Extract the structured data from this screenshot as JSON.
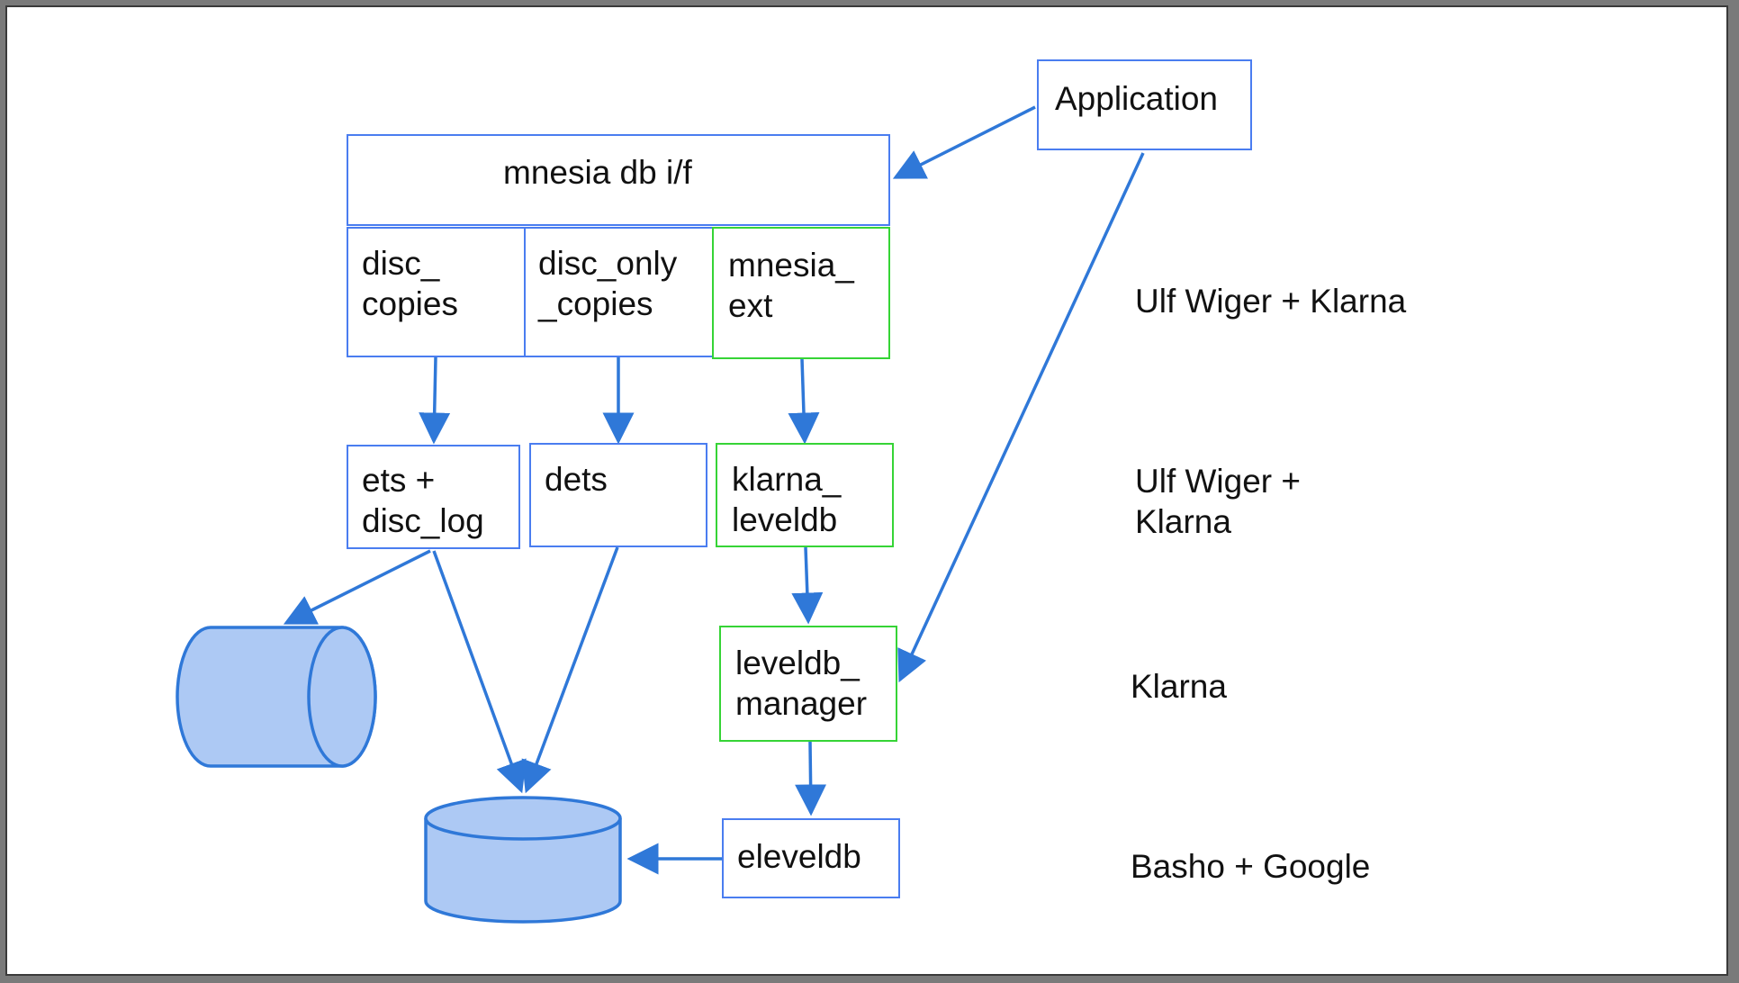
{
  "colors": {
    "blue_border": "#4a7df0",
    "green_border": "#36d436",
    "arrow": "#2f78d8",
    "db_fill": "#adc9f4",
    "db_stroke": "#2f78d8"
  },
  "nodes": {
    "application": {
      "lines": [
        "Application"
      ]
    },
    "mnesia_if": {
      "lines": [
        "mnesia db i/f"
      ]
    },
    "disc_copies": {
      "lines": [
        "disc_",
        "copies"
      ]
    },
    "disc_only_copies": {
      "lines": [
        "disc_only",
        "_copies"
      ]
    },
    "mnesia_ext": {
      "lines": [
        "mnesia_",
        "ext"
      ]
    },
    "ets_disc_log": {
      "lines": [
        "ets +",
        "disc_log"
      ]
    },
    "dets": {
      "lines": [
        "dets"
      ]
    },
    "klarna_leveldb": {
      "lines": [
        "klarna_",
        "leveldb"
      ]
    },
    "leveldb_manager": {
      "lines": [
        "leveldb_",
        "manager"
      ]
    },
    "eleveldb": {
      "lines": [
        "eleveldb"
      ]
    }
  },
  "credits": {
    "row1": {
      "lines": [
        "Ulf Wiger + Klarna"
      ]
    },
    "row2": {
      "lines": [
        "Ulf Wiger +",
        "Klarna"
      ]
    },
    "row3": {
      "lines": [
        "Klarna"
      ]
    },
    "row4": {
      "lines": [
        "Basho + Google"
      ]
    }
  }
}
